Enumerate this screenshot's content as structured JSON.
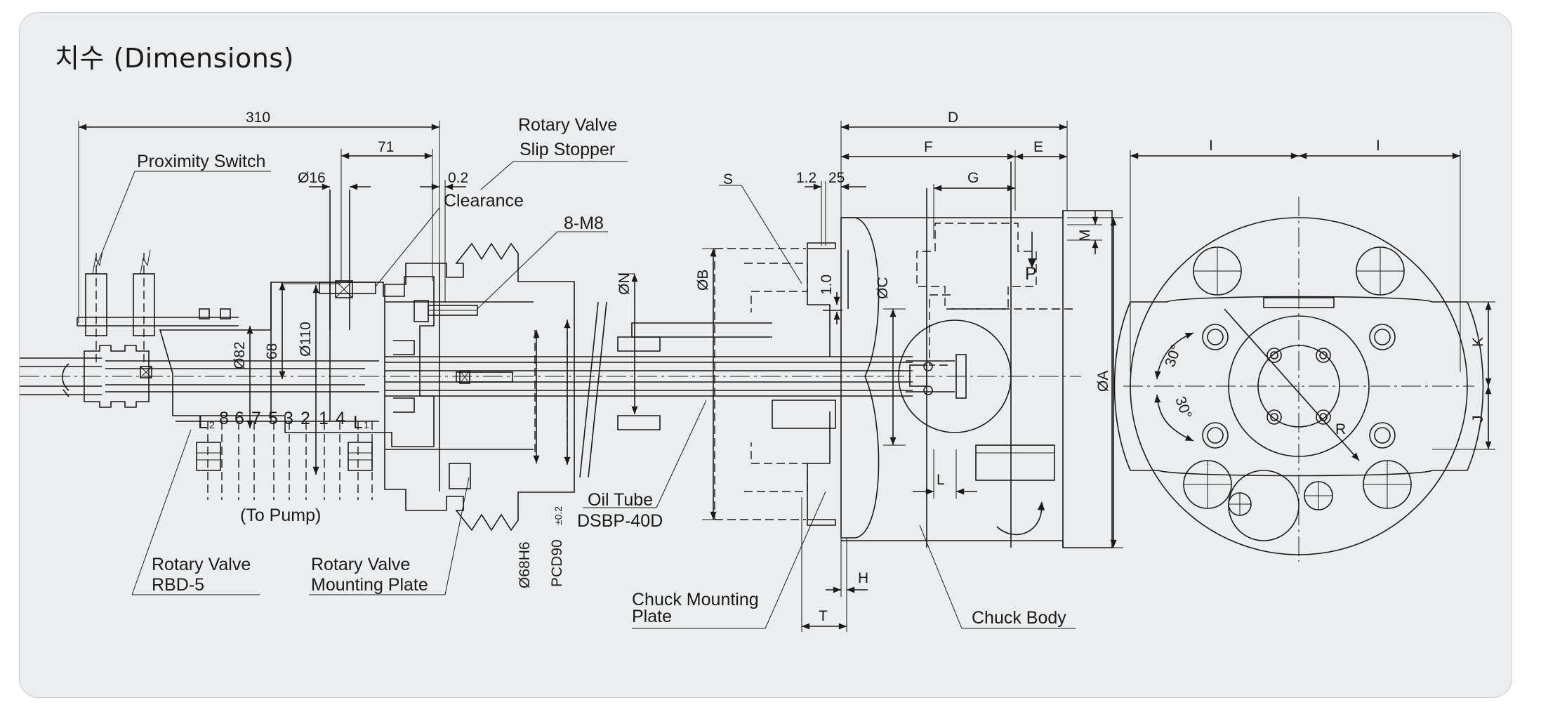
{
  "title": "치수 (Dimensions)",
  "labels": {
    "proximity_switch": "Proximity Switch",
    "rotary_valve_slip_stopper_1": "Rotary Valve",
    "rotary_valve_slip_stopper_2": "Slip Stopper",
    "clearance": "Clearance",
    "bolt_spec": "8-M8",
    "to_pump": "(To Pump)",
    "rotary_valve_rbd_1": "Rotary Valve",
    "rotary_valve_rbd_2": "RBD-5",
    "mounting_plate_1": "Rotary Valve",
    "mounting_plate_2": "Mounting Plate",
    "oil_tube_1": "Oil Tube",
    "oil_tube_2": "DSBP-40D",
    "chuck_mounting_1": "Chuck Mounting",
    "chuck_mounting_2": "Plate",
    "chuck_body": "Chuck Body",
    "port_p": "P"
  },
  "ports": {
    "l2": "L",
    "l2_sub": "2",
    "l1": "L",
    "l1_sub": "1",
    "numbers": [
      "8",
      "6",
      "7",
      "5",
      "3",
      "2",
      "1",
      "4"
    ]
  },
  "dimensions": {
    "d310": "310",
    "d71": "71",
    "d16": "Ø16",
    "d02": "0.2",
    "d82": "Ø82",
    "d68": "68",
    "d110": "Ø110",
    "d68h6": "Ø68H6",
    "pcd90": "PCD90",
    "pcd_tol": "±0.2",
    "dN": "ØN",
    "dB": "ØB",
    "dC": "ØC",
    "dA": "ØA",
    "d12": "1.2",
    "d25": "25",
    "d10": "1.0",
    "S": "S",
    "D": "D",
    "F": "F",
    "E": "E",
    "G": "G",
    "M": "M",
    "L": "L",
    "H": "H",
    "T": "T",
    "I1": "I",
    "I2": "I",
    "K": "K",
    "J": "J",
    "R": "R",
    "a30_1": "30°",
    "a30_2": "30°"
  }
}
